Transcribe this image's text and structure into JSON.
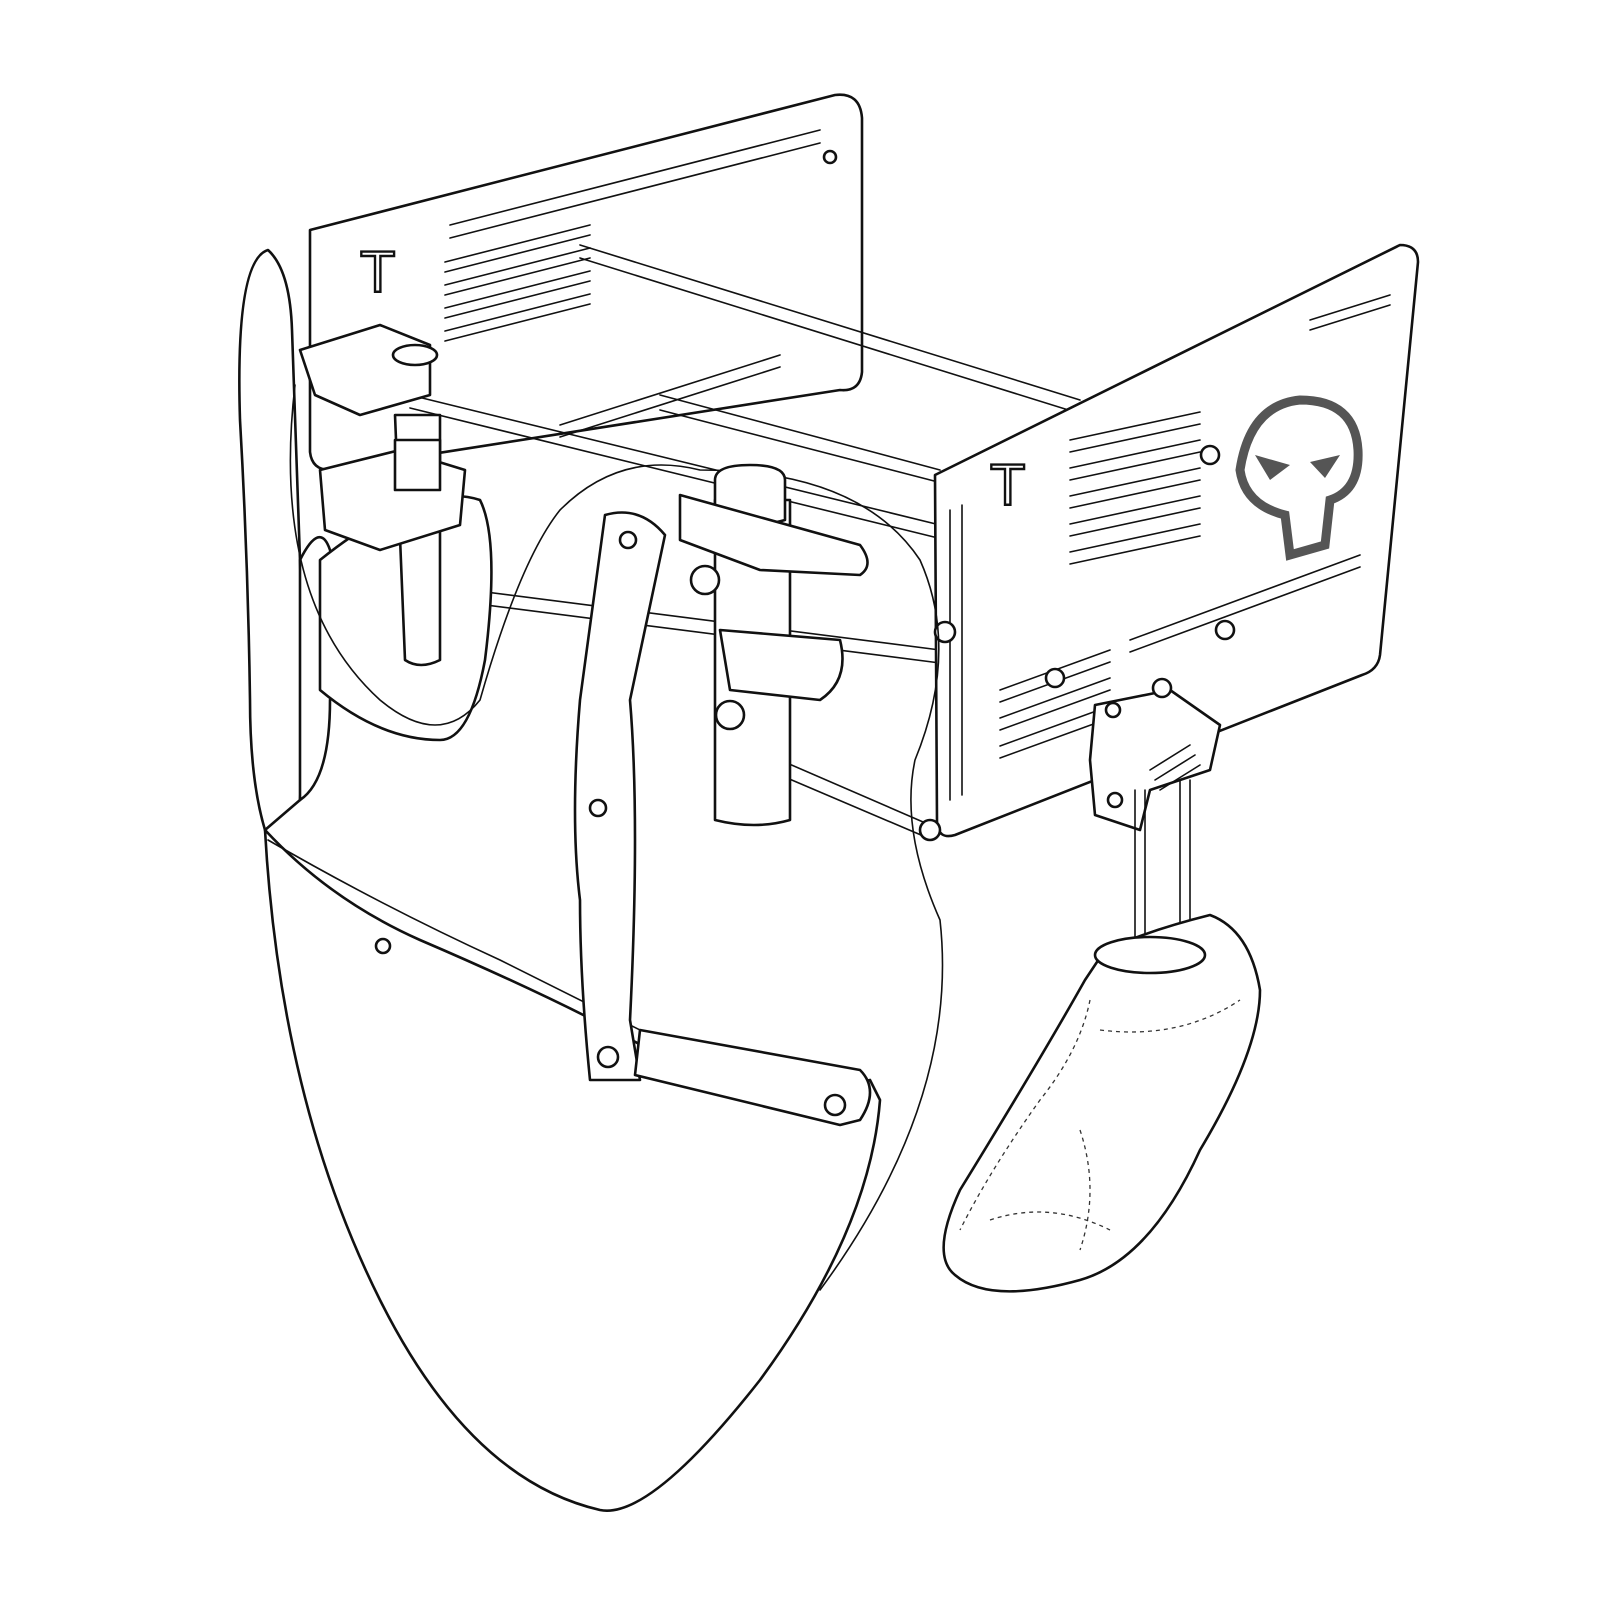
{
  "illustration": {
    "plate_logo_left": "T",
    "plate_logo_right": "T",
    "skull_emblem": "skull-emblem",
    "colors": {
      "line": "#111111",
      "background": "#ffffff",
      "emblem": "#555555"
    }
  }
}
